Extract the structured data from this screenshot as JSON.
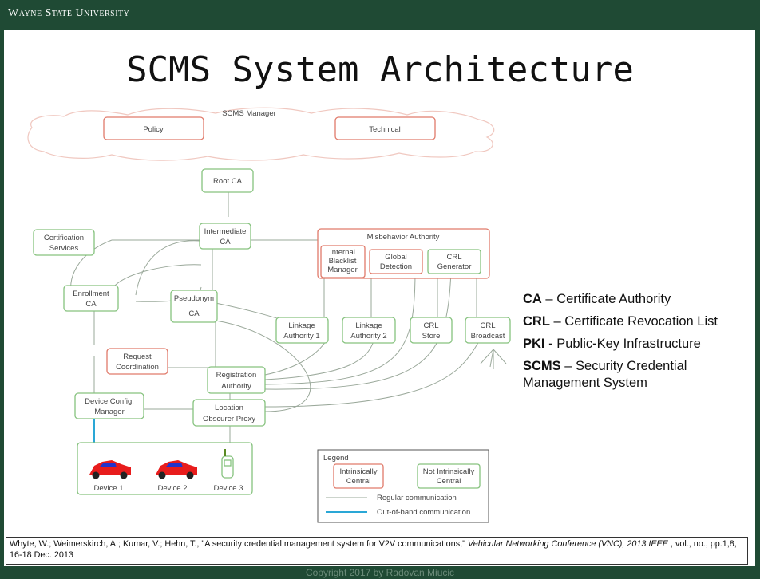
{
  "header": {
    "university": "Wayne State University"
  },
  "title": "SCMS System Architecture",
  "diagram": {
    "manager_label": "SCMS Manager",
    "policy": "Policy",
    "technical": "Technical",
    "root_ca": "Root CA",
    "intermediate_ca": [
      "Intermediate",
      "CA"
    ],
    "certification_services": [
      "Certification",
      "Services"
    ],
    "enrollment_ca": [
      "Enrollment",
      "CA"
    ],
    "pseudonym_ca": [
      "Pseudonym",
      "CA"
    ],
    "misbehavior_authority": "Misbehavior Authority",
    "internal_blacklist_manager": [
      "Internal",
      "Blacklist",
      "Manager"
    ],
    "global_detection": [
      "Global",
      "Detection"
    ],
    "crl_generator": [
      "CRL",
      "Generator"
    ],
    "linkage_authority_1": [
      "Linkage",
      "Authority 1"
    ],
    "linkage_authority_2": [
      "Linkage",
      "Authority 2"
    ],
    "crl_store": [
      "CRL",
      "Store"
    ],
    "crl_broadcast": [
      "CRL",
      "Broadcast"
    ],
    "request_coordination": [
      "Request",
      "Coordination"
    ],
    "registration_authority": [
      "Registration",
      "Authority"
    ],
    "device_config_manager": [
      "Device Config.",
      "Manager"
    ],
    "location_obscurer_proxy": [
      "Location",
      "Obscurer Proxy"
    ],
    "devices": [
      "Device 1",
      "Device 2",
      "Device 3"
    ],
    "legend": {
      "title": "Legend",
      "central": [
        "Intrinsically",
        "Central"
      ],
      "noncentral": [
        "Not Intrinsically",
        "Central"
      ],
      "regular": "Regular communication",
      "oob": "Out-of-band communication"
    },
    "colors": {
      "central_border": "#e07a6a",
      "noncentral_border": "#86c27e",
      "oob_line": "#2aa7d6",
      "header_bg": "#1f4a34"
    }
  },
  "glossary": [
    {
      "term": "CA",
      "sep": " – ",
      "definition": "Certificate Authority"
    },
    {
      "term": "CRL",
      "sep": " – ",
      "definition": "Certificate Revocation List"
    },
    {
      "term": "PKI",
      "sep": " - ",
      "definition": "Public-Key Infrastructure"
    },
    {
      "term": "SCMS",
      "sep": " – ",
      "definition": "Security Credential Management System"
    }
  ],
  "citation": {
    "authors_title": "Whyte, W.; Weimerskirch, A.; Kumar, V.; Hehn, T., \"A security credential management system for V2V communications,\" ",
    "venue": "Vehicular Networking Conference (VNC), 2013 IEEE",
    "rest": " , vol., no., pp.1,8, 16-18 Dec. 2013"
  },
  "footer": {
    "copyright": "Copyright 2017 by Radovan Miucic"
  }
}
